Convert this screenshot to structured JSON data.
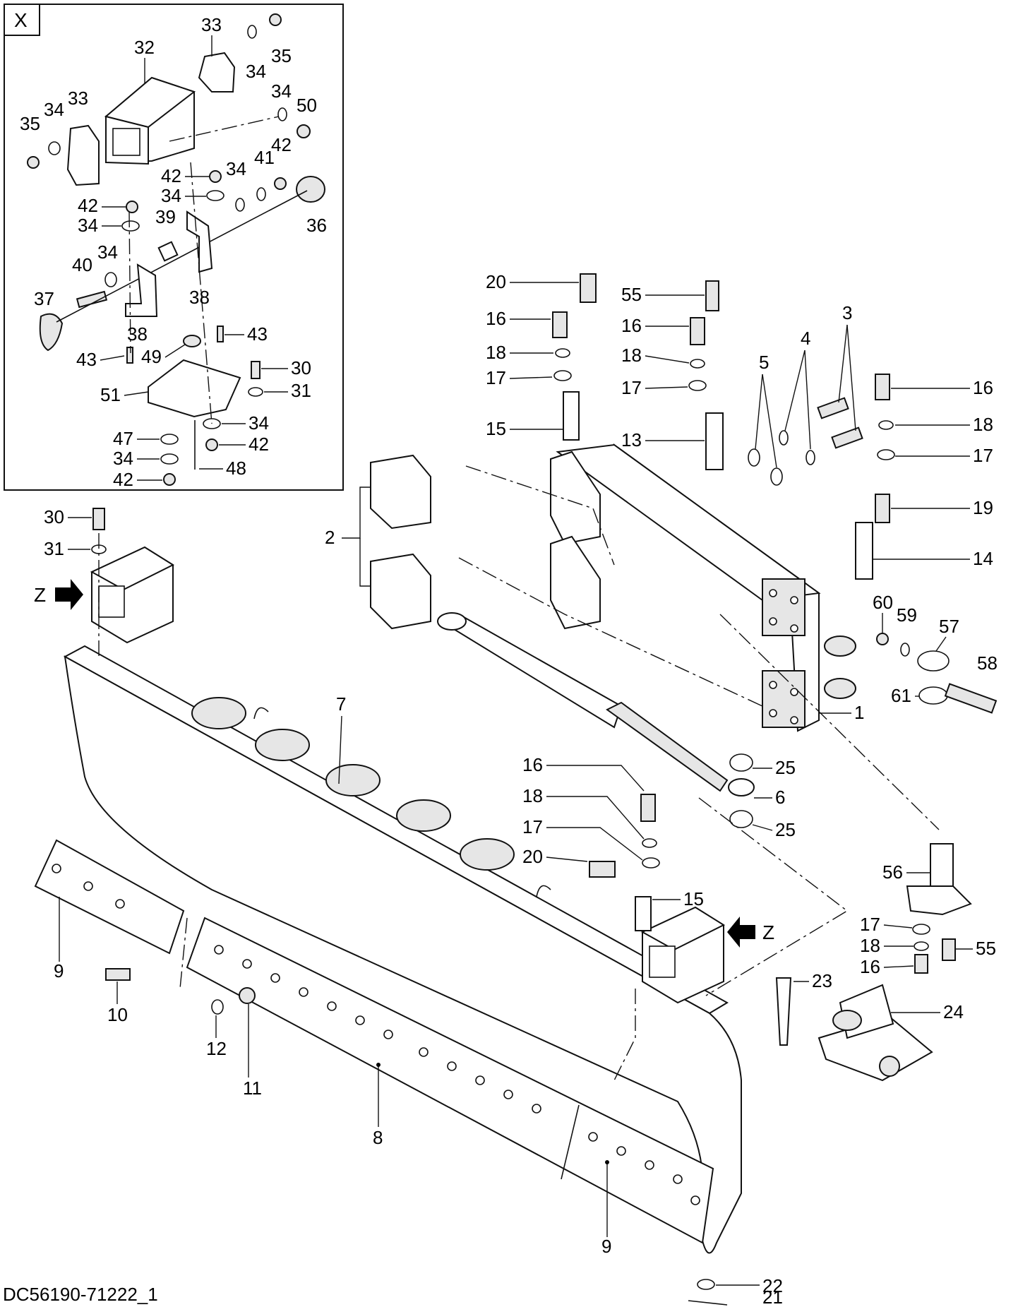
{
  "detail_view": {
    "label": "X"
  },
  "view_arrow": {
    "label": "Z"
  },
  "drawing_code": "DC56190-71222_1",
  "callouts": {
    "x_32": "32",
    "x_33a": "33",
    "x_33b": "33",
    "x_34a": "34",
    "x_35a": "35",
    "x_34b": "34",
    "x_50": "50",
    "x_35b": "35",
    "x_34c": "34",
    "x_42a": "42",
    "x_34d": "34",
    "x_41": "41",
    "x_42b": "42",
    "x_34e": "34",
    "x_42c": "42",
    "x_34f": "34",
    "x_36": "36",
    "x_39": "39",
    "x_34g": "34",
    "x_40": "40",
    "x_37": "37",
    "x_38a": "38",
    "x_38b": "38",
    "x_43a": "43",
    "x_49": "49",
    "x_43b": "43",
    "x_30": "30",
    "x_31": "31",
    "x_51": "51",
    "x_47": "47",
    "x_34h": "34",
    "x_34i": "34",
    "x_42d": "42",
    "x_42e": "42",
    "x_48": "48",
    "m_30": "30",
    "m_31": "31",
    "m_2": "2",
    "m_7": "7",
    "m_20a": "20",
    "m_16a": "16",
    "m_18a": "18",
    "m_17a": "17",
    "m_15a": "15",
    "m_55a": "55",
    "m_16b": "16",
    "m_18b": "18",
    "m_17b": "17",
    "m_13": "13",
    "m_5": "5",
    "m_4": "4",
    "m_3": "3",
    "m_16c": "16",
    "m_18c": "18",
    "m_17c": "17",
    "m_19": "19",
    "m_14": "14",
    "m_60": "60",
    "m_59": "59",
    "m_57": "57",
    "m_58": "58",
    "m_61": "61",
    "m_1": "1",
    "m_25a": "25",
    "m_6": "6",
    "m_25b": "25",
    "m_16d": "16",
    "m_18d": "18",
    "m_17d": "17",
    "m_20b": "20",
    "m_15b": "15",
    "m_56": "56",
    "m_17e": "17",
    "m_18e": "18",
    "m_16e": "16",
    "m_55b": "55",
    "m_9a": "9",
    "m_10": "10",
    "m_12": "12",
    "m_11": "11",
    "m_8": "8",
    "m_9b": "9",
    "m_23": "23",
    "m_24": "24",
    "m_22": "22",
    "m_21": "21"
  }
}
